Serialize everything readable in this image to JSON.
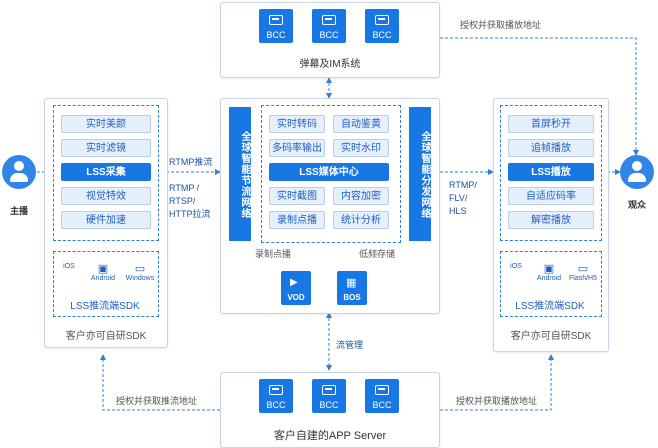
{
  "top_server": {
    "units": [
      "BCC",
      "BCC",
      "BCC"
    ],
    "title": "弹幕及IM系统"
  },
  "bottom_server": {
    "units": [
      "BCC",
      "BCC",
      "BCC"
    ],
    "title": "客户自建的APP Server"
  },
  "push_panel": {
    "items": [
      "实时美颜",
      "实时滤镜",
      "LSS采集",
      "视觉特效",
      "硬件加速"
    ],
    "platforms": [
      "iOS",
      "Android",
      "Windows"
    ],
    "sdk_label": "LSS推流端SDK",
    "footer": "客户亦可自研SDK"
  },
  "play_panel": {
    "items": [
      "首屏秒开",
      "追帧播放",
      "LSS播放",
      "自适应码率",
      "解密播放"
    ],
    "platforms": [
      "iOS",
      "Android",
      "Flash/H5"
    ],
    "sdk_label": "LSS推流端SDK",
    "footer": "客户亦可自研SDK"
  },
  "center_panel": {
    "left_bar": "全球智能节流网络",
    "right_bar": "全球智能分发网络",
    "items_left": [
      "实时转码",
      "多码率输出",
      "实时截图",
      "录制点播"
    ],
    "items_right": [
      "自动鉴黄",
      "实时水印",
      "内容加密",
      "统计分析"
    ],
    "core": "LSS媒体中心",
    "record_label": "录制点播",
    "store_label": "低频存储",
    "vod": "VOD",
    "bos": "BOS"
  },
  "labels": {
    "anchor": "主播",
    "viewer": "观众",
    "rtmp_push": "RTMP推流",
    "rtmp_pull": [
      "RTMP /",
      "RTSP/",
      "HTTP拉流"
    ],
    "rtmp_play": [
      "RTMP/",
      "FLV/",
      "HLS"
    ],
    "auth_play_top": "授权并获取播放地址",
    "auth_push": "授权并获取推流地址",
    "auth_play_bottom": "授权并获取播放地址",
    "stream_mgmt": "流管理"
  }
}
